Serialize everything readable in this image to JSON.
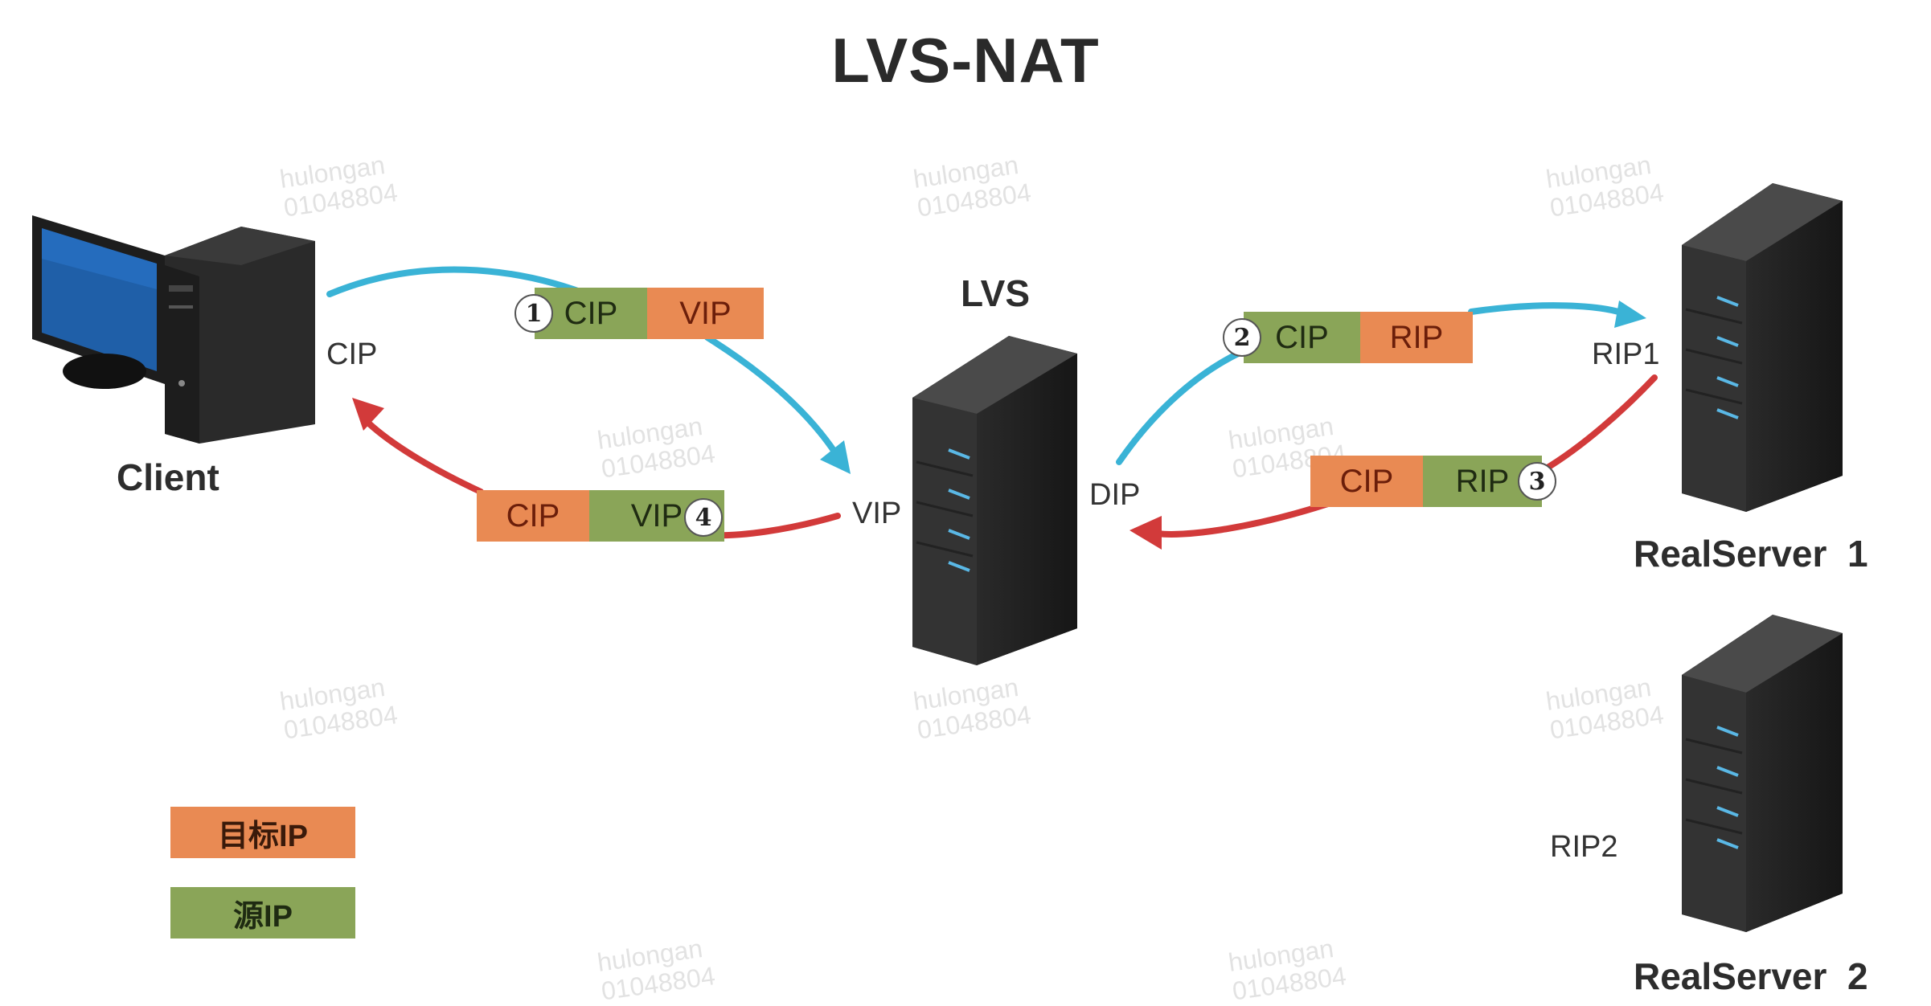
{
  "title": "LVS-NAT",
  "nodes": {
    "client": "Client",
    "lvs": "LVS",
    "realserver1": "RealServer  1",
    "realserver2": "RealServer  2"
  },
  "ip_labels": {
    "cip": "CIP",
    "vip": "VIP",
    "dip": "DIP",
    "rip1": "RIP1",
    "rip2": "RIP2"
  },
  "packets": [
    {
      "step": "1",
      "source": "CIP",
      "target": "VIP"
    },
    {
      "step": "2",
      "source": "CIP",
      "target": "RIP"
    },
    {
      "step": "3",
      "source": "RIP",
      "target": "CIP"
    },
    {
      "step": "4",
      "source": "VIP",
      "target": "CIP"
    }
  ],
  "legend": {
    "target_ip": "目标IP",
    "source_ip": "源IP"
  },
  "watermark": [
    "hulongan",
    "01048804"
  ],
  "colors": {
    "request_arrow": "#3ab3d6",
    "response_arrow": "#d23a3a",
    "target_ip_fill": "#e98a53",
    "source_ip_fill": "#8aa558"
  }
}
